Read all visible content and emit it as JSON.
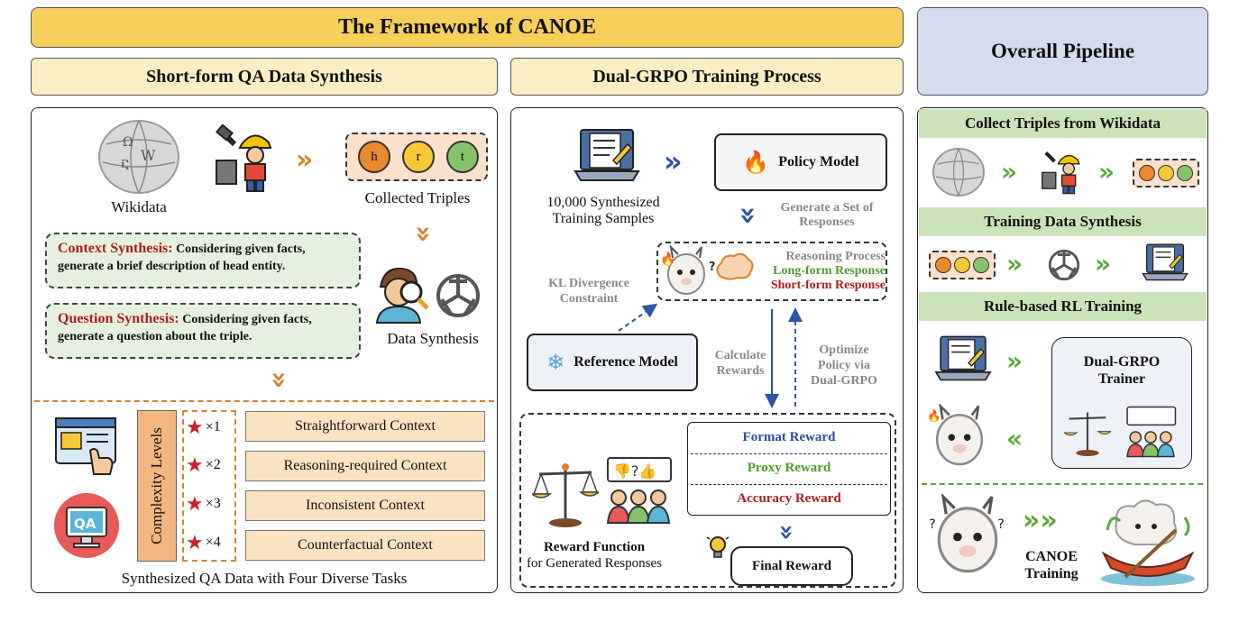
{
  "title": "The Framework of CANOE",
  "left": {
    "header": "Short-form QA Data Synthesis",
    "wikidata": "Wikidata",
    "collected_triples": "Collected Triples",
    "triples": [
      "h",
      "r",
      "t"
    ],
    "context_title": "Context Synthesis:",
    "context_text": "Considering given facts, generate a brief description of head entity.",
    "question_title": "Question Synthesis:",
    "question_text": "Considering given facts, generate a question about the triple.",
    "data_synthesis": "Data Synthesis",
    "complexity_label": "Complexity Levels",
    "levels": [
      "×1",
      "×2",
      "×3",
      "×4"
    ],
    "contexts": [
      "Straightforward Context",
      "Reasoning-required Context",
      "Inconsistent Context",
      "Counterfactual Context"
    ],
    "qa_icon_text": "QA",
    "caption": "Synthesized QA Data with Four Diverse Tasks"
  },
  "middle": {
    "header": "Dual-GRPO Training Process",
    "samples_l1": "10,000 Synthesized",
    "samples_l2": "Training Samples",
    "policy_model": "Policy Model",
    "gen_set_l1": "Generate a Set of",
    "gen_set_l2": "Responses",
    "reasoning": "Reasoning Process",
    "long_form": "Long-form Response",
    "short_form": "Short-form Response",
    "kl_l1": "KL Divergence",
    "kl_l2": "Constraint",
    "reference_model": "Reference Model",
    "calc_l1": "Calculate",
    "calc_l2": "Rewards",
    "opt_l1": "Optimize",
    "opt_l2": "Policy via",
    "opt_l3": "Dual-GRPO",
    "format_reward": "Format Reward",
    "proxy_reward": "Proxy Reward",
    "accuracy_reward": "Accuracy Reward",
    "final_reward": "Final Reward",
    "reward_fn_l1": "Reward Function",
    "reward_fn_l2": "for Generated Responses"
  },
  "right": {
    "header": "Overall Pipeline",
    "step1": "Collect Triples from Wikidata",
    "step2": "Training Data Synthesis",
    "step3": "Rule-based RL Training",
    "trainer_l1": "Dual-GRPO",
    "trainer_l2": "Trainer",
    "canoe_l1": "CANOE",
    "canoe_l2": "Training"
  },
  "colors": {
    "title_bg": "#f7cf5b",
    "subheader_bg": "#fbeec3",
    "pipeline_bg": "#d4dcef",
    "step_bg": "#cbe3b9",
    "orange_chevron": "#d6822f",
    "blue_chevron": "#2d55a8",
    "green_chevron": "#5aa83a",
    "red_text": "#b01d1d",
    "green_text": "#4e9a2e",
    "blue_text": "#2d4e9a"
  },
  "icons": [
    "globe-icon",
    "worker-icon",
    "person-magnifier-icon",
    "openai-logo-icon",
    "web-click-icon",
    "qa-monitor-icon",
    "star-icon",
    "document-laptop-icon",
    "fire-icon",
    "snowflake-icon",
    "llama-icon",
    "scale-icon",
    "feedback-people-icon",
    "lightbulb-icon",
    "canoe-llama-icon"
  ]
}
